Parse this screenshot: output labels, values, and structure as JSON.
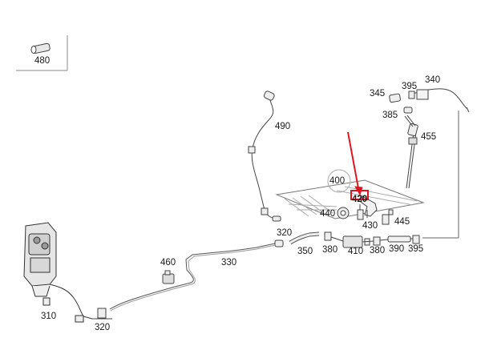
{
  "diagram": {
    "highlight_color": "#e0141e",
    "line_color": "#555555",
    "highlighted_part": "420",
    "parts": [
      {
        "id": "p480",
        "label": "480"
      },
      {
        "id": "p490",
        "label": "490"
      },
      {
        "id": "p345",
        "label": "345"
      },
      {
        "id": "p395a",
        "label": "395"
      },
      {
        "id": "p340",
        "label": "340"
      },
      {
        "id": "p385",
        "label": "385"
      },
      {
        "id": "p455",
        "label": "455"
      },
      {
        "id": "p400",
        "label": "400"
      },
      {
        "id": "p420",
        "label": "420"
      },
      {
        "id": "p440",
        "label": "440"
      },
      {
        "id": "p430",
        "label": "430"
      },
      {
        "id": "p445",
        "label": "445"
      },
      {
        "id": "p320a",
        "label": "320"
      },
      {
        "id": "p350",
        "label": "350"
      },
      {
        "id": "p380a",
        "label": "380"
      },
      {
        "id": "p410",
        "label": "410"
      },
      {
        "id": "p380b",
        "label": "380"
      },
      {
        "id": "p390",
        "label": "390"
      },
      {
        "id": "p395b",
        "label": "395"
      },
      {
        "id": "p460",
        "label": "460"
      },
      {
        "id": "p330",
        "label": "330"
      },
      {
        "id": "p310",
        "label": "310"
      },
      {
        "id": "p320b",
        "label": "320"
      }
    ]
  }
}
